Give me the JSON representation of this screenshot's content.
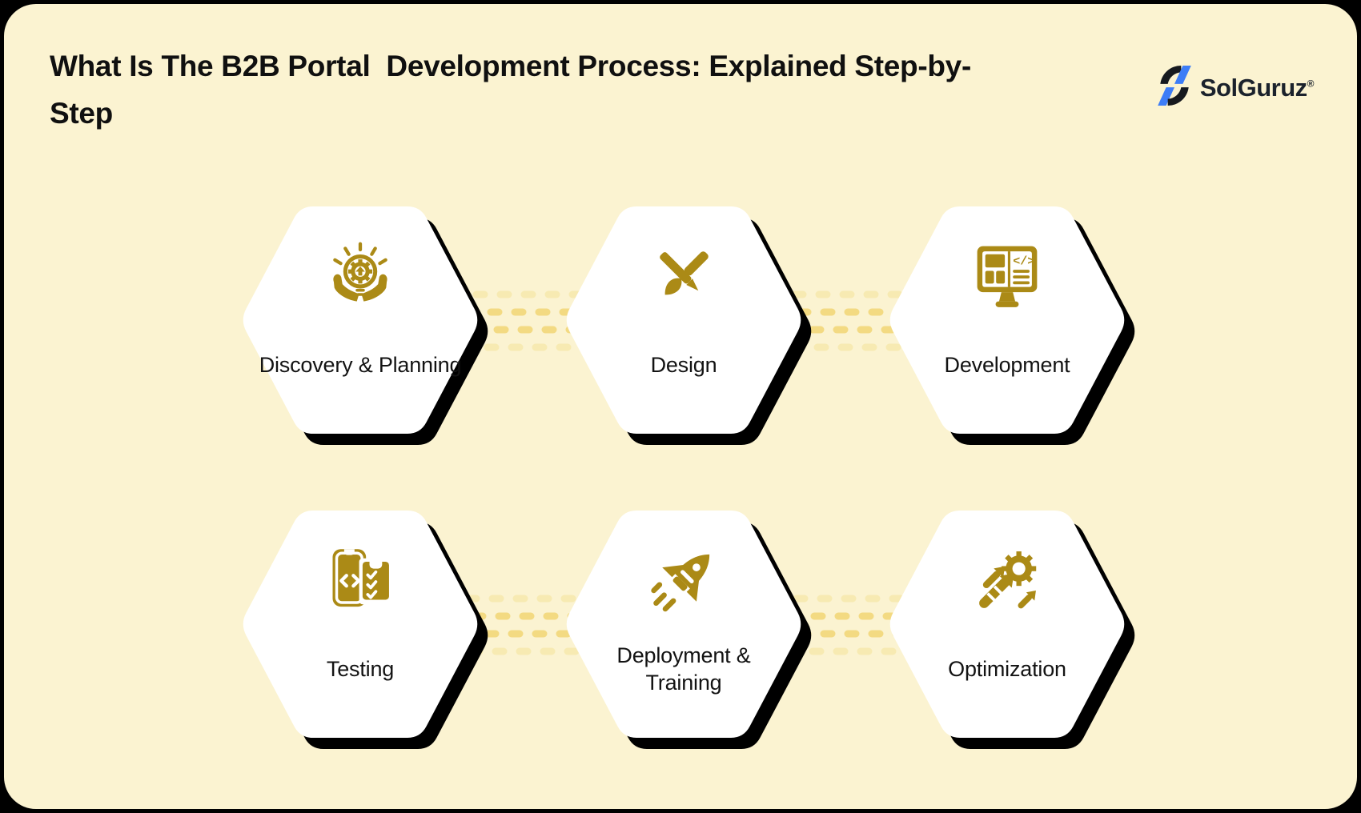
{
  "header": {
    "title_line1": "What Is The B2B Portal  Development Process: Explained Step-by-",
    "title_line2": "Step",
    "brand": {
      "name": "SolGuruz",
      "mark": "®"
    }
  },
  "steps": [
    {
      "label": "Discovery & Planning",
      "icon": "hands-lightbulb-gear-icon"
    },
    {
      "label": "Design",
      "icon": "brush-pencil-cross-icon"
    },
    {
      "label": "Development",
      "icon": "monitor-code-icon"
    },
    {
      "label": "Testing",
      "icon": "phone-checklist-icon"
    },
    {
      "label": "Deployment & Training",
      "icon": "rocket-icon"
    },
    {
      "label": "Optimization",
      "icon": "gear-arrows-icon"
    }
  ],
  "colors": {
    "background": "#FBF3D1",
    "gold": "#AB8A16",
    "dash_light": "#F7EAB2",
    "dash_dark": "#F3DA82",
    "card_fill": "#FFFFFF",
    "shadow": "#000000",
    "logo_blue": "#3D7DF7",
    "text": "#101010"
  }
}
